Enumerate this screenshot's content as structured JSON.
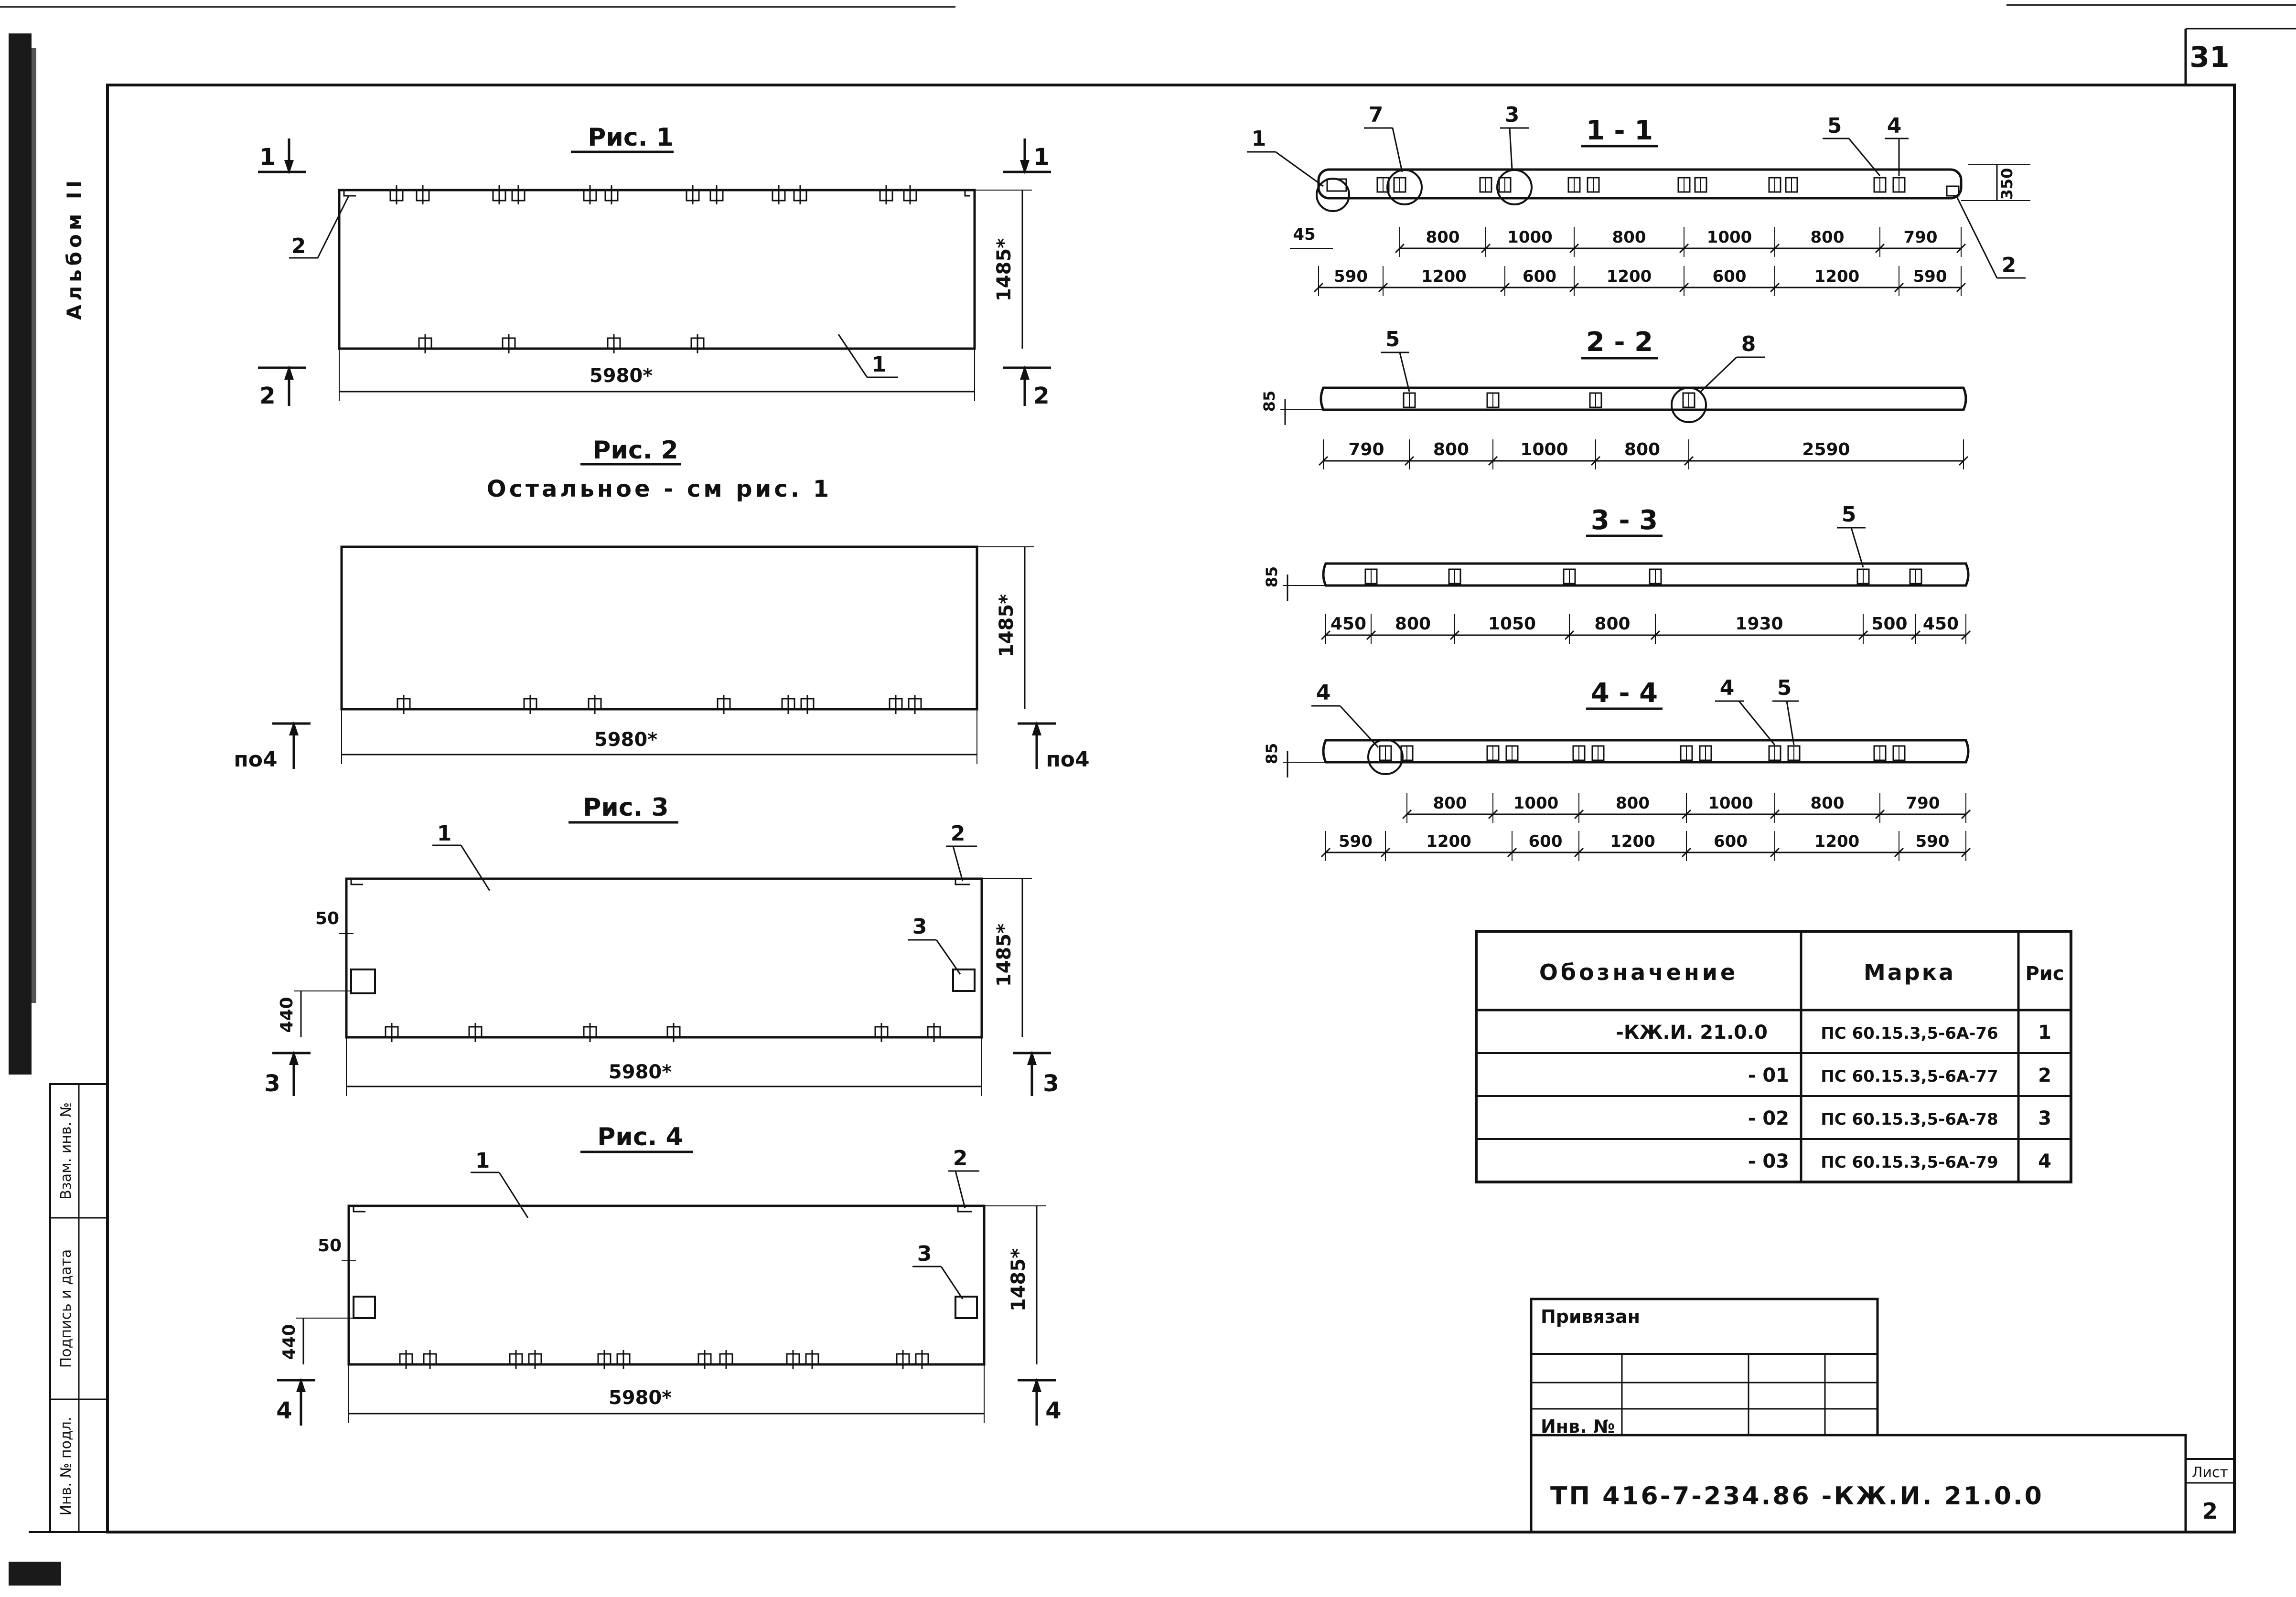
{
  "sheet": {
    "page_number": "31",
    "album_label": "Альбом II",
    "side_stamp": {
      "cells": [
        "Инв. № подл.",
        "Подпись и дата",
        "Взам. инв. №"
      ]
    }
  },
  "figures": [
    {
      "title": "Рис. 1"
    },
    {
      "title": "Рис. 2",
      "note": "Остальное - см рис. 1"
    },
    {
      "title": "Рис. 3"
    },
    {
      "title": "Рис. 4"
    }
  ],
  "panel_dims": {
    "length": "5980*",
    "height": "1485*",
    "offset_50": "50",
    "offset_440": "440"
  },
  "section_marks": {
    "s1": "1",
    "s2": "2",
    "s3": "3",
    "s4": "4",
    "po4": "по4"
  },
  "callouts": {
    "c1": "1",
    "c2": "2",
    "c3": "3",
    "c4": "4",
    "c5": "5",
    "c7": "7",
    "c8": "8"
  },
  "sections": {
    "s11": {
      "title": "1 - 1",
      "height": "350",
      "edge": "45",
      "top_dims": [
        "800",
        "1000",
        "800",
        "1000",
        "800",
        "790"
      ],
      "bottom_dims": [
        "590",
        "1200",
        "600",
        "1200",
        "600",
        "1200",
        "590"
      ]
    },
    "s22": {
      "title": "2 - 2",
      "height": "85",
      "dims": [
        "790",
        "800",
        "1000",
        "800",
        "2590"
      ]
    },
    "s33": {
      "title": "3 - 3",
      "height": "85",
      "dims": [
        "450",
        "800",
        "1050",
        "800",
        "1930",
        "500",
        "450"
      ]
    },
    "s44": {
      "title": "4 - 4",
      "height": "85",
      "top_dims": [
        "800",
        "1000",
        "800",
        "1000",
        "800",
        "790"
      ],
      "bottom_dims": [
        "590",
        "1200",
        "600",
        "1200",
        "600",
        "1200",
        "590"
      ]
    }
  },
  "marks_table": {
    "headers": [
      "Обозначение",
      "Марка",
      "Рис"
    ],
    "rows": [
      {
        "designation": "-КЖ.И. 21.0.0",
        "mark": "ПС 60.15.3,5-6А-76",
        "fig": "1"
      },
      {
        "designation": "- 01",
        "mark": "ПС 60.15.3,5-6А-77",
        "fig": "2"
      },
      {
        "designation": "- 02",
        "mark": "ПС 60.15.3,5-6А-78",
        "fig": "3"
      },
      {
        "designation": "- 03",
        "mark": "ПС 60.15.3,5-6А-79",
        "fig": "4"
      }
    ]
  },
  "title_block": {
    "bound_label": "Привязан",
    "inv_label": "Инв. №",
    "code": "ТП 416-7-234.86 -КЖ.И. 21.0.0",
    "sheet_label": "Лист",
    "sheet_number": "2"
  }
}
